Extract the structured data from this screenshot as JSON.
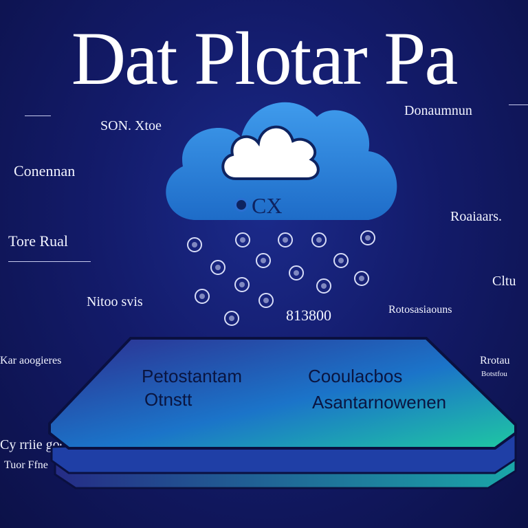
{
  "title": "Dat Plotar Pa",
  "cloud": {
    "logo_text": "CX"
  },
  "labels": {
    "top_left": "SON. Xtoe",
    "left_1": "Conennan",
    "left_2": "Tore Rual",
    "left_3": "Nitoo svis",
    "left_4": "Kar aoogieres",
    "left_5": "Cy rriie goooe",
    "left_6": "Tuor Ffne",
    "top_right": "Donaumnun",
    "right_1": "Roaiaars.",
    "right_2": "Cltu",
    "right_3": "Rotosasiaouns",
    "right_4": "Rrotau",
    "right_5": "Botstfou",
    "center_number": "813800"
  },
  "platform": {
    "label_1": "Petostantam",
    "label_2": "Otnstt",
    "label_3": "Cooulacbos",
    "label_4": "Asantarnowenen"
  },
  "colors": {
    "background": "#131b6a",
    "cloud": "#2f86db",
    "platform_start": "#2e2f8f",
    "platform_end": "#1fc4a4"
  }
}
